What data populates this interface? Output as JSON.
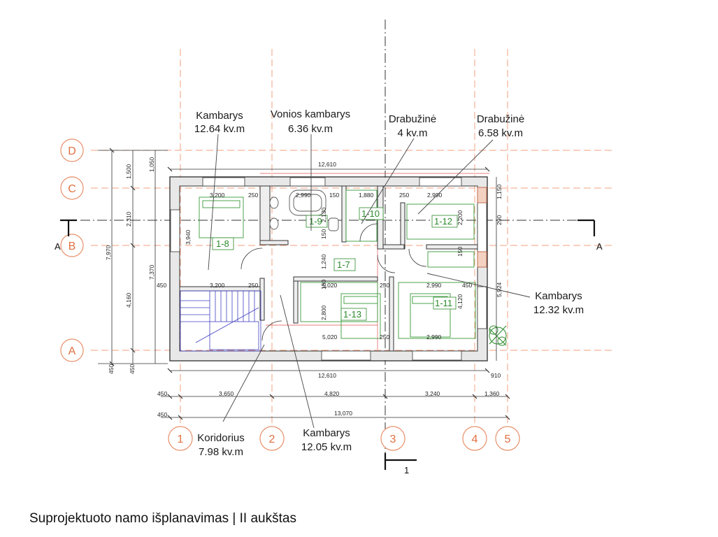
{
  "caption": "Suprojektuoto namo išplanavimas | II aukštas",
  "grid_axes": {
    "rows": [
      "D",
      "C",
      "B",
      "A"
    ],
    "cols": [
      "1",
      "2",
      "3",
      "4",
      "5"
    ]
  },
  "section_marks": {
    "horizontal": "A",
    "vertical": "1"
  },
  "rooms": [
    {
      "id": "r18",
      "code": "1-8",
      "name": "Kambarys",
      "area": "12.64 kv.m"
    },
    {
      "id": "r19",
      "code": "1-9",
      "name": "Vonios kambarys",
      "area": "6.36 kv.m"
    },
    {
      "id": "r110",
      "code": "1-10",
      "name": "Drabužinė",
      "area": "4 kv.m"
    },
    {
      "id": "r112",
      "code": "1-12",
      "name": "Drabužinė",
      "area": "6.58 kv.m"
    },
    {
      "id": "r111",
      "code": "1-11",
      "name": "Kambarys",
      "area": "12.32 kv.m"
    },
    {
      "id": "r17",
      "code": "1-7",
      "name": "Koridorius",
      "area": "7.98 kv.m"
    },
    {
      "id": "r113",
      "code": "1-13",
      "name": "Kambarys",
      "area": "12.05 kv.m"
    }
  ],
  "dimensions": {
    "top_total": "12,610",
    "bottom_inner": "12,610",
    "bottom_chain": [
      "450",
      "3,650",
      "4,820",
      "3,240",
      "1,360"
    ],
    "bottom_overall": [
      "450",
      "13,070"
    ],
    "right_extra": "910",
    "left_outer": [
      "1,500",
      "2,310",
      "4,160",
      "450"
    ],
    "left_total": "7,970",
    "left_total2": "7,370",
    "left_top": "1,050",
    "left_bottom": [
      "450",
      "450"
    ],
    "left_wall": "450",
    "room_left": "3,940",
    "interior": [
      "3,200",
      "250",
      "2,990",
      "150",
      "1,880",
      "250",
      "2,990",
      "3,200",
      "250",
      "5,020",
      "250",
      "2,990",
      "450",
      "5,020",
      "250",
      "2,990"
    ],
    "vertical_mid": [
      "2,130",
      "150",
      "1,240",
      "150",
      "2,800",
      "2,200",
      "150",
      "4,120"
    ],
    "right_side": [
      "1,150",
      "290",
      "5,924"
    ]
  }
}
